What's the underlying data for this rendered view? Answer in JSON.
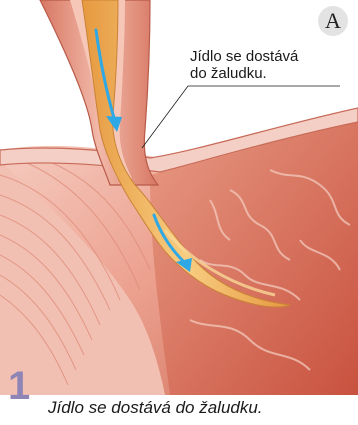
{
  "panel_letter": "A",
  "callout_label": "Jídlo se dostává\ndo žaludku.",
  "step_number": "1",
  "caption": "Jídlo se dostává do žaludku.",
  "colors": {
    "tissue_light": "#f3c3b8",
    "tissue_mid": "#e89a86",
    "tissue_dark": "#c9604f",
    "food": "#f0b05e",
    "food_light": "#f8d38e",
    "arrow": "#2fa8e6",
    "step_number": "#8f84b6"
  },
  "icons": {
    "direction_arrows": "down-arrow-icon"
  }
}
